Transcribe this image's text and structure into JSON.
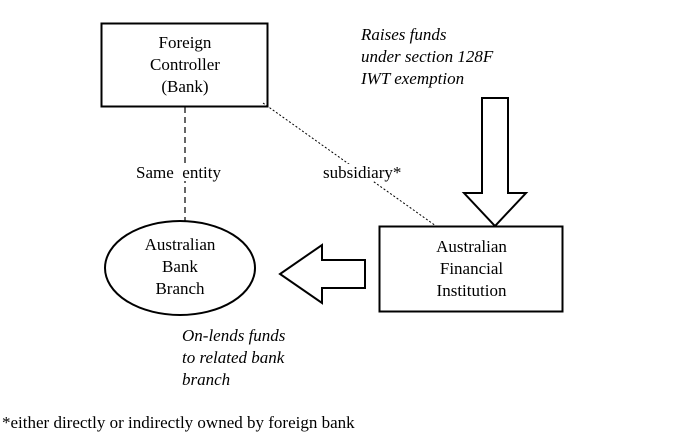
{
  "nodes": {
    "foreign_controller": {
      "line1": "Foreign",
      "line2": "Controller",
      "line3": "(Bank)"
    },
    "australian_bank_branch": {
      "line1": "Australian",
      "line2": "Bank",
      "line3": "Branch"
    },
    "australian_financial_institution": {
      "line1": "Australian",
      "line2": "Financial",
      "line3": "Institution"
    }
  },
  "edges": {
    "same_entity_label": "Same  entity",
    "subsidiary_label": "subsidiary*"
  },
  "notes": {
    "raises_funds": {
      "line1": "Raises funds",
      "line2": "under section 128F",
      "line3": "IWT exemption"
    },
    "on_lends": {
      "line1": "On-lends funds",
      "line2": "to related bank",
      "line3": "branch"
    }
  },
  "footnote": "*either directly or indirectly owned by foreign bank"
}
